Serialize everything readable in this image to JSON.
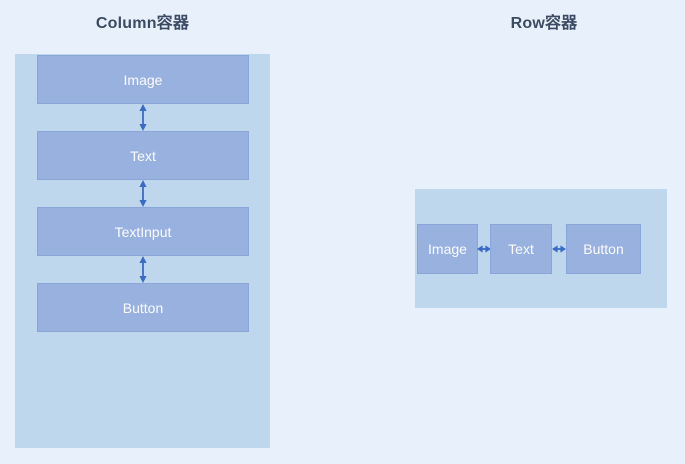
{
  "colors": {
    "page_background": "#e8f1fb",
    "container_background": "#bfd7ed",
    "block_background": "#99b1df",
    "block_border": "#8aa5d8",
    "arrow": "#3a6bc8",
    "title_text": "#3c4a63",
    "block_text": "#fafcff"
  },
  "column_section": {
    "title": "Column容器",
    "blocks": [
      "Image",
      "Text",
      "TextInput",
      "Button"
    ]
  },
  "row_section": {
    "title": "Row容器",
    "blocks": [
      "Image",
      "Text",
      "Button"
    ]
  }
}
